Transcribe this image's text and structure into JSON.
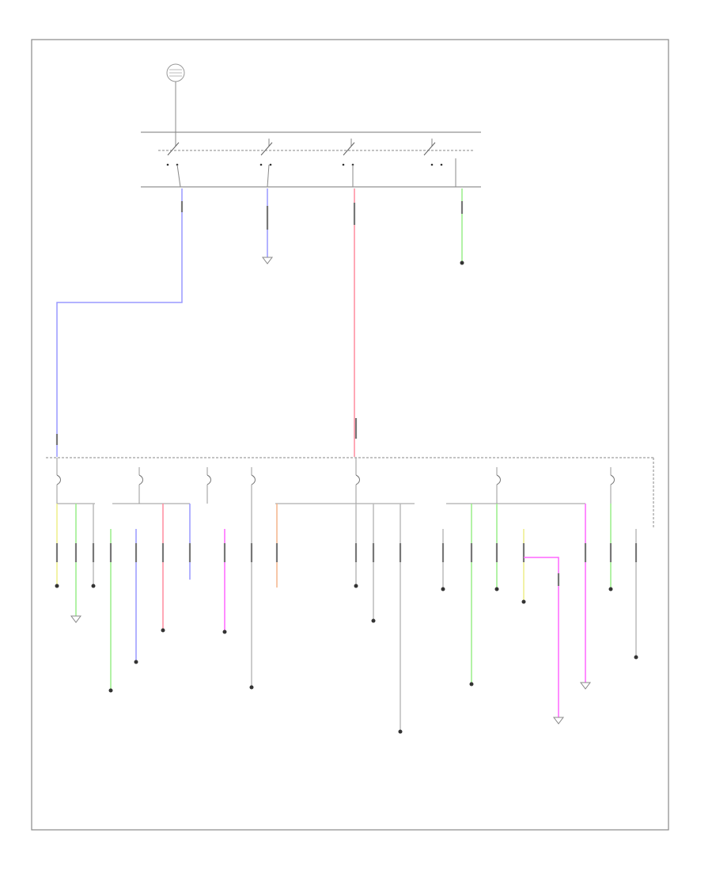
{
  "colors": {
    "blue": "#9999ff",
    "red": "#ff8c9e",
    "green": "#99ee88",
    "yellow": "#eeee88",
    "magenta": "#ff66ff",
    "orange": "#f4b48a",
    "gray": "#bbbbbb",
    "frame": "#888888"
  },
  "frame_caption": "",
  "battery_label": "",
  "relay_box_label": "",
  "fuse_box_label": "",
  "junction_label": "",
  "top_loads": [
    {
      "id": "blue-ground",
      "wire": "blue",
      "label": "",
      "terminal": "ground"
    },
    {
      "id": "green-load",
      "wire": "green",
      "label": "",
      "terminal": "dot"
    }
  ],
  "bottom_loads": [
    {
      "id": "load-1",
      "wire": "yellow",
      "label": "",
      "terminal": "dot"
    },
    {
      "id": "load-2",
      "wire": "green",
      "label": "",
      "terminal": "ground"
    },
    {
      "id": "load-3",
      "wire": "gray",
      "label": "",
      "terminal": "dot"
    },
    {
      "id": "load-4",
      "wire": "green",
      "label": "",
      "terminal": "dot"
    },
    {
      "id": "load-5",
      "wire": "blue",
      "label": "",
      "terminal": "dot"
    },
    {
      "id": "load-6",
      "wire": "red",
      "label": "",
      "terminal": "dot"
    },
    {
      "id": "load-7",
      "wire": "blue",
      "label": "",
      "terminal": "none"
    },
    {
      "id": "load-8",
      "wire": "magenta",
      "label": "",
      "terminal": "dot"
    },
    {
      "id": "load-9",
      "wire": "gray",
      "label": "",
      "terminal": "dot"
    },
    {
      "id": "load-10",
      "wire": "orange",
      "label": "",
      "terminal": "none"
    },
    {
      "id": "load-11",
      "wire": "gray",
      "label": "",
      "terminal": "dot"
    },
    {
      "id": "load-12",
      "wire": "gray",
      "label": "",
      "terminal": "dot"
    },
    {
      "id": "load-13",
      "wire": "gray",
      "label": "",
      "terminal": "dot"
    },
    {
      "id": "load-14",
      "wire": "green",
      "label": "",
      "terminal": "dot"
    },
    {
      "id": "load-15",
      "wire": "green",
      "label": "",
      "terminal": "dot"
    },
    {
      "id": "load-16",
      "wire": "yellow",
      "label": "",
      "terminal": "dot"
    },
    {
      "id": "load-17",
      "wire": "magenta",
      "label": "",
      "terminal": "ground"
    },
    {
      "id": "load-18",
      "wire": "green",
      "label": "",
      "terminal": "dot"
    },
    {
      "id": "load-19",
      "wire": "gray",
      "label": "",
      "terminal": "dot"
    },
    {
      "id": "load-20",
      "wire": "gray",
      "label": "",
      "terminal": "dot"
    }
  ]
}
